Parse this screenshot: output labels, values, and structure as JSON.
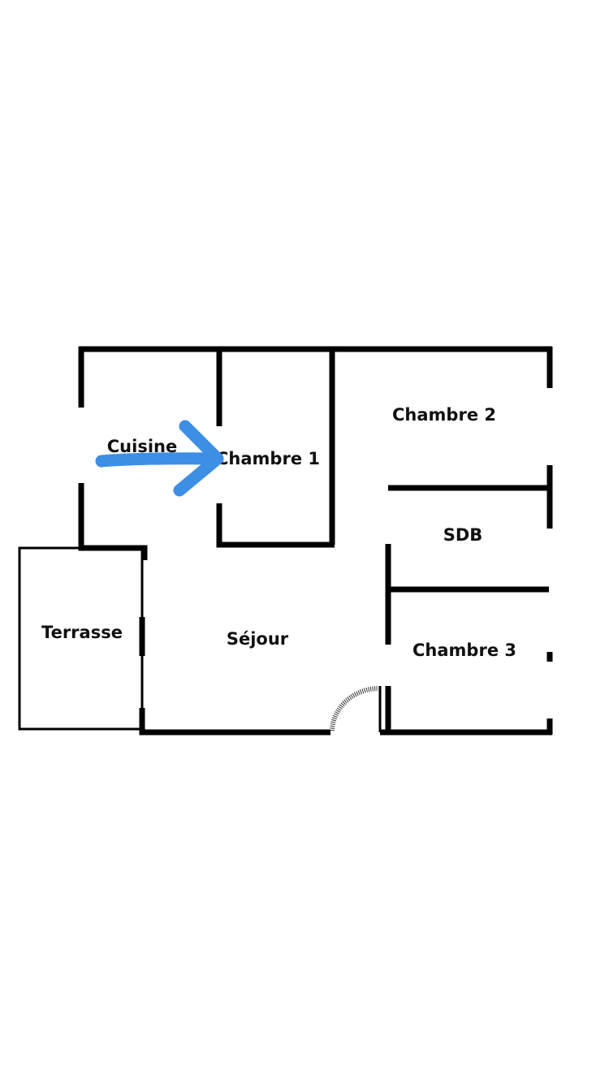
{
  "floor_plan": {
    "rooms": {
      "cuisine": "Cuisine",
      "chambre1": "Chambre 1",
      "chambre2": "Chambre 2",
      "sdb": "SDB",
      "terrasse": "Terrasse",
      "sejour": "Séjour",
      "chambre3": "Chambre 3"
    },
    "colors": {
      "wall": "#000000",
      "arrow": "#3D8FE6",
      "background": "#FFFFFF"
    },
    "annotation": {
      "type": "arrow",
      "from": "Cuisine",
      "to": "Chambre 1"
    }
  }
}
